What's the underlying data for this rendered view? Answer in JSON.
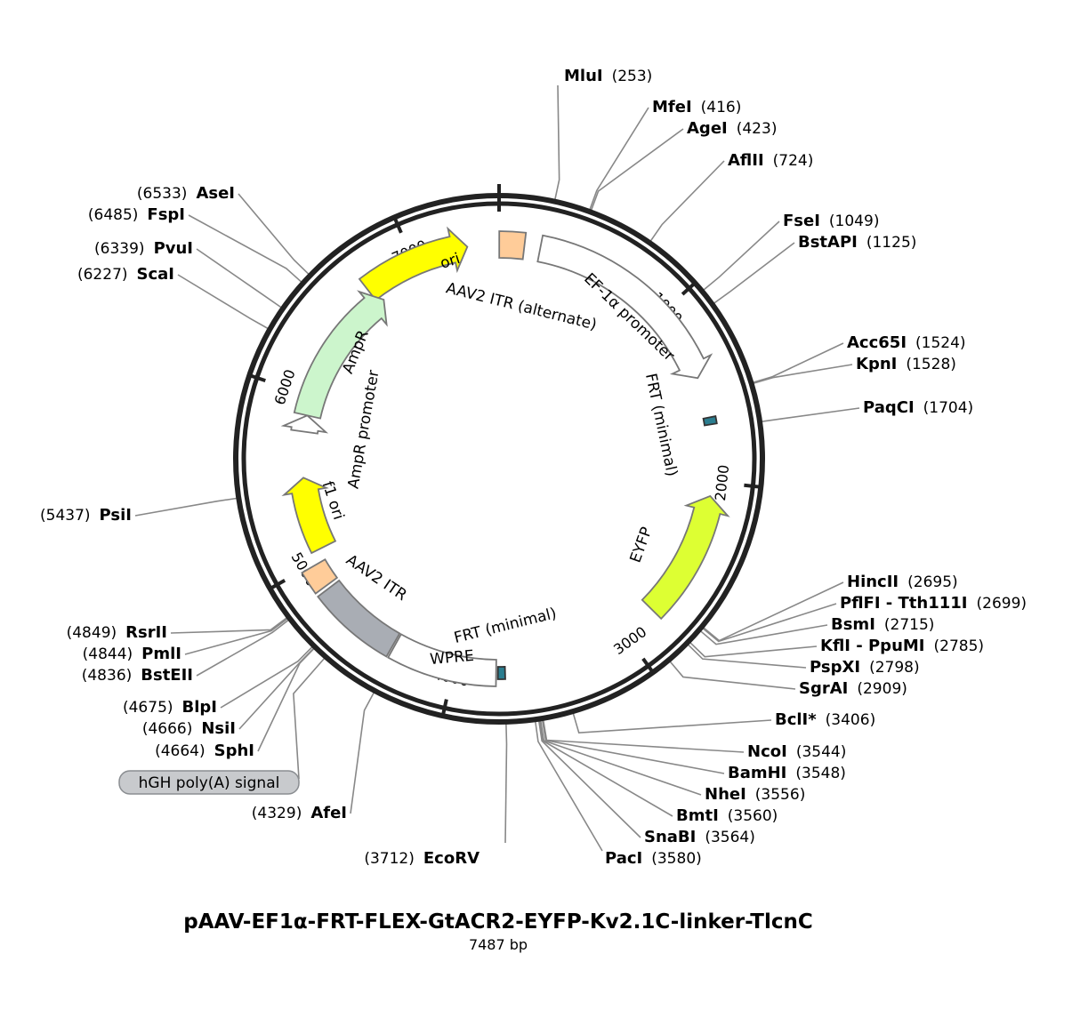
{
  "plasmid": {
    "name": "pAAV-EF1α-FRT-FLEX-GtACR2-EYFP-Kv2.1C-linker-TlcnC",
    "length_label": "7487 bp",
    "total_bp": 7487
  },
  "ticks": [
    {
      "bp": 1000,
      "label": "1000"
    },
    {
      "bp": 2000,
      "label": "2000"
    },
    {
      "bp": 3000,
      "label": "3000"
    },
    {
      "bp": 4000,
      "label": "4000"
    },
    {
      "bp": 5000,
      "label": "5000"
    },
    {
      "bp": 6000,
      "label": "6000"
    },
    {
      "bp": 7000,
      "label": "7000"
    }
  ],
  "features": [
    {
      "name": "ori",
      "start": 6700,
      "end": 7310,
      "color": "#ffff00",
      "stroke": "#777777",
      "strand": 1,
      "type": "arrow",
      "label_inside": true
    },
    {
      "name": "AAV2 ITR (alternate)",
      "start": 1,
      "end": 141,
      "color": "#ffcc99",
      "stroke": "#777777",
      "type": "box"
    },
    {
      "name": "EF-1α promoter",
      "start": 230,
      "end": 1412,
      "color": "#ffffff",
      "stroke": "#777777",
      "strand": 1,
      "type": "arrow",
      "label_inside": true
    },
    {
      "name": "FRT (minimal)",
      "start": 1640,
      "end": 1680,
      "color": "#2a7d8f",
      "stroke": "#333333",
      "type": "box"
    },
    {
      "name": "EYFP",
      "start": 2080,
      "end": 2800,
      "color": "#ddff33",
      "stroke": "#777777",
      "strand": -1,
      "type": "arrow"
    },
    {
      "name": "FRT (minimal)",
      "start": 3710,
      "end": 3750,
      "color": "#2a7d8f",
      "stroke": "#333333",
      "type": "box"
    },
    {
      "name": "WPRE",
      "start": 3760,
      "end": 4350,
      "color": "#ffffff",
      "stroke": "#777777",
      "type": "box"
    },
    {
      "name": "hGH poly(A) signal",
      "start": 4360,
      "end": 4840,
      "color": "#a9adb4",
      "stroke": "#777777",
      "type": "box"
    },
    {
      "name": "AAV2 ITR",
      "start": 4860,
      "end": 4990,
      "color": "#ffcc99",
      "stroke": "#777777",
      "type": "box"
    },
    {
      "name": "f1 ori",
      "start": 5060,
      "end": 5500,
      "color": "#ffff00",
      "stroke": "#777777",
      "strand": 1,
      "type": "arrow"
    },
    {
      "name": "AmpR promoter",
      "start": 5780,
      "end": 5880,
      "color": "#ffffff",
      "stroke": "#777777",
      "strand": 1,
      "type": "arrow"
    },
    {
      "name": "AmpR",
      "start": 5880,
      "end": 6740,
      "color": "#ccf5cc",
      "stroke": "#777777",
      "strand": 1,
      "type": "arrow"
    }
  ],
  "enzymes": [
    {
      "name": "MluI",
      "pos": "(253)",
      "side": "right",
      "bp": 253
    },
    {
      "name": "MfeI",
      "pos": "(416)",
      "side": "right",
      "bp": 416
    },
    {
      "name": "AgeI",
      "pos": "(423)",
      "side": "right",
      "bp": 423
    },
    {
      "name": "AflII",
      "pos": "(724)",
      "side": "right",
      "bp": 724
    },
    {
      "name": "FseI",
      "pos": "(1049)",
      "side": "right",
      "bp": 1049
    },
    {
      "name": "BstAPI",
      "pos": "(1125)",
      "side": "right",
      "bp": 1125
    },
    {
      "name": "Acc65I",
      "pos": "(1524)",
      "side": "right",
      "bp": 1524
    },
    {
      "name": "KpnI",
      "pos": "(1528)",
      "side": "right",
      "bp": 1528
    },
    {
      "name": "PaqCI",
      "pos": "(1704)",
      "side": "right",
      "bp": 1704
    },
    {
      "name": "HincII",
      "pos": "(2695)",
      "side": "right",
      "bp": 2695
    },
    {
      "name": "PflFI - Tth111I",
      "pos": "(2699)",
      "side": "right",
      "bp": 2699
    },
    {
      "name": "BsmI",
      "pos": "(2715)",
      "side": "right",
      "bp": 2715
    },
    {
      "name": "KflI - PpuMI",
      "pos": "(2785)",
      "side": "right",
      "bp": 2785
    },
    {
      "name": "PspXI",
      "pos": "(2798)",
      "side": "right",
      "bp": 2798
    },
    {
      "name": "SgrAI",
      "pos": "(2909)",
      "side": "right",
      "bp": 2909
    },
    {
      "name": "BclI*",
      "pos": "(3406)",
      "side": "right",
      "bp": 3406,
      "color": "#808080"
    },
    {
      "name": "NcoI",
      "pos": "(3544)",
      "side": "right",
      "bp": 3544
    },
    {
      "name": "BamHI",
      "pos": "(3548)",
      "side": "right",
      "bp": 3548
    },
    {
      "name": "NheI",
      "pos": "(3556)",
      "side": "right",
      "bp": 3556
    },
    {
      "name": "BmtI",
      "pos": "(3560)",
      "side": "right",
      "bp": 3560
    },
    {
      "name": "SnaBI",
      "pos": "(3564)",
      "side": "right",
      "bp": 3564
    },
    {
      "name": "PacI",
      "pos": "(3580)",
      "side": "right",
      "bp": 3580
    },
    {
      "name": "EcoRV",
      "pos": "(3712)",
      "side": "left",
      "bp": 3712
    },
    {
      "name": "AfeI",
      "pos": "(4329)",
      "side": "left",
      "bp": 4329
    },
    {
      "name": "SphI",
      "pos": "(4664)",
      "side": "left",
      "bp": 4664
    },
    {
      "name": "NsiI",
      "pos": "(4666)",
      "side": "left",
      "bp": 4666
    },
    {
      "name": "BlpI",
      "pos": "(4675)",
      "side": "left",
      "bp": 4675
    },
    {
      "name": "BstEII",
      "pos": "(4836)",
      "side": "left",
      "bp": 4836
    },
    {
      "name": "PmlI",
      "pos": "(4844)",
      "side": "left",
      "bp": 4844
    },
    {
      "name": "RsrII",
      "pos": "(4849)",
      "side": "left",
      "bp": 4849
    },
    {
      "name": "PsiI",
      "pos": "(5437)",
      "side": "left",
      "bp": 5437
    },
    {
      "name": "ScaI",
      "pos": "(6227)",
      "side": "left",
      "bp": 6227
    },
    {
      "name": "PvuI",
      "pos": "(6339)",
      "side": "left",
      "bp": 6339
    },
    {
      "name": "FspI",
      "pos": "(6485)",
      "side": "left",
      "bp": 6485
    },
    {
      "name": "AseI",
      "pos": "(6533)",
      "side": "left",
      "bp": 6533
    }
  ],
  "callout": {
    "label": "hGH poly(A) signal"
  }
}
